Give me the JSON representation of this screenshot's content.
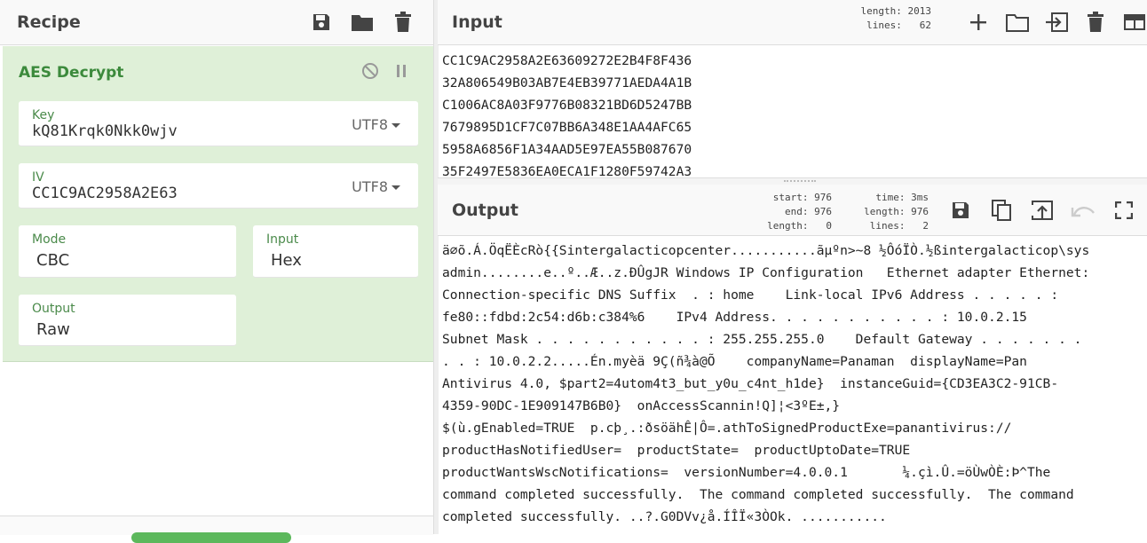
{
  "recipe": {
    "title": "Recipe",
    "icons": [
      "save-icon",
      "folder-icon",
      "trash-icon"
    ],
    "operation": {
      "name": "AES Decrypt",
      "key": {
        "label": "Key",
        "value": "kQ81Krqk0Nkk0wjv",
        "encoding": "UTF8"
      },
      "iv": {
        "label": "IV",
        "value": "CC1C9AC2958A2E63",
        "encoding": "UTF8"
      },
      "mode": {
        "label": "Mode",
        "value": "CBC"
      },
      "input": {
        "label": "Input",
        "value": "Hex"
      },
      "output": {
        "label": "Output",
        "value": "Raw"
      }
    }
  },
  "input": {
    "title": "Input",
    "length_label": "length:",
    "length": "2013",
    "lines_label": "lines:",
    "lines": "62",
    "content": [
      "CC1C9AC2958A2E63609272E2B4F8F436",
      "32A806549B03AB7E4EB39771AEDA4A1B",
      "C1006AC8A03F9776B08321BD6D5247BB",
      "7679895D1CF7C07BB6A348E1AA4AFC65",
      "5958A6856F1A34AAD5E97EA55B087670",
      "35F2497E5836EA0ECA1F1280F59742A3"
    ]
  },
  "output": {
    "title": "Output",
    "start_label": "start:",
    "start": "976",
    "end_label": "end:",
    "end": "976",
    "length_label": "length:",
    "length": "0",
    "time_label": "time:",
    "time": "3ms",
    "length2_label": "length:",
    "length2": "976",
    "lines_label": "lines:",
    "lines": "2",
    "content": [
      "ä∅õ.Á.ÖqËÈcRò{{Sintergalacticopcenter...........ãµºn>~8 ½ÔóÏÒ.½ßintergalacticop\\sys",
      "admin........e..º..Æ..z.ÐÛgJR Windows IP Configuration   Ethernet adapter Ethernet:",
      "Connection-specific DNS Suffix  . : home    Link-local IPv6 Address . . . . . :",
      "fe80::fdbd:2c54:d6b:c384%6    IPv4 Address. . . . . . . . . . . : 10.0.2.15",
      "Subnet Mask . . . . . . . . . . . : 255.255.255.0    Default Gateway . . . . . . .",
      ". . : 10.0.2.2.....Én.myèä 9Ç(ñ¾à@Õ    companyName=Panaman  displayName=Pan",
      "Antivirus 4.0, $part2=4utom4t3_but_y0u_c4nt_h1de}  instanceGuid={CD3EA3C2-91CB-",
      "4359-90DC-1E909147B6B0}  onAccessScannin!Q]¦<3ºE±,}",
      "$(ù.gEnabled=TRUE  p.cþ¸.:ðsöähÊ|Ô=.athToSignedProductExe=panantivirus://",
      "productHasNotifiedUser=  productState=  productUptoDate=TRUE",
      "productWantsWscNotifications=  versionNumber=4.0.0.1       ¼.çì.Û.=öÙwÒÈ:Þ^The",
      "command completed successfully.  The command completed successfully.  The command",
      "completed successfully. ..?.G0DVv¿å.ÍÎÏ«3ÒOk. ..........."
    ]
  }
}
